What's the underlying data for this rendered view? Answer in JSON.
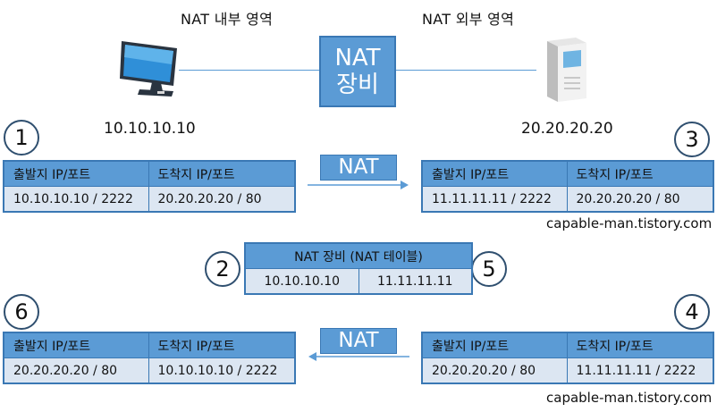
{
  "zones": {
    "inside": "NAT 내부 영역",
    "outside": "NAT 외부 영역"
  },
  "hosts": {
    "client_ip": "10.10.10.10",
    "server_ip": "20.20.20.20"
  },
  "nat_device": {
    "line1": "NAT",
    "line2": "장비"
  },
  "nat_tags": {
    "outbound": "NAT",
    "inbound": "NAT"
  },
  "steps": {
    "s1": "1",
    "s2": "2",
    "s3": "3",
    "s4": "4",
    "s5": "5",
    "s6": "6"
  },
  "table1": {
    "h1": "출발지 IP/포트",
    "h2": "도착지 IP/포트",
    "v1": "10.10.10.10 / 2222",
    "v2": "20.20.20.20 / 80"
  },
  "table3": {
    "h1": "출발지 IP/포트",
    "h2": "도착지 IP/포트",
    "v1": "11.11.11.11 / 2222",
    "v2": "20.20.20.20 / 80"
  },
  "nat_table": {
    "title": "NAT 장비 (NAT 테이블)",
    "inside": "10.10.10.10",
    "outside": "11.11.11.11"
  },
  "table6": {
    "h1": "출발지 IP/포트",
    "h2": "도착지 IP/포트",
    "v1": "20.20.20.20 / 80",
    "v2": "10.10.10.10 / 2222"
  },
  "table4": {
    "h1": "출발지 IP/포트",
    "h2": "도착지 IP/포트",
    "v1": "20.20.20.20 / 80",
    "v2": "11.11.11.11 / 2222"
  },
  "watermarks": {
    "w1": "capable-man.tistory.com",
    "w2": "capable-man.tistory.com"
  },
  "icons": {
    "client": "monitor-icon",
    "server": "server-tower-icon"
  },
  "colors": {
    "accent": "#5b9bd5",
    "border": "#3a78b4",
    "cell": "#dce6f2"
  }
}
